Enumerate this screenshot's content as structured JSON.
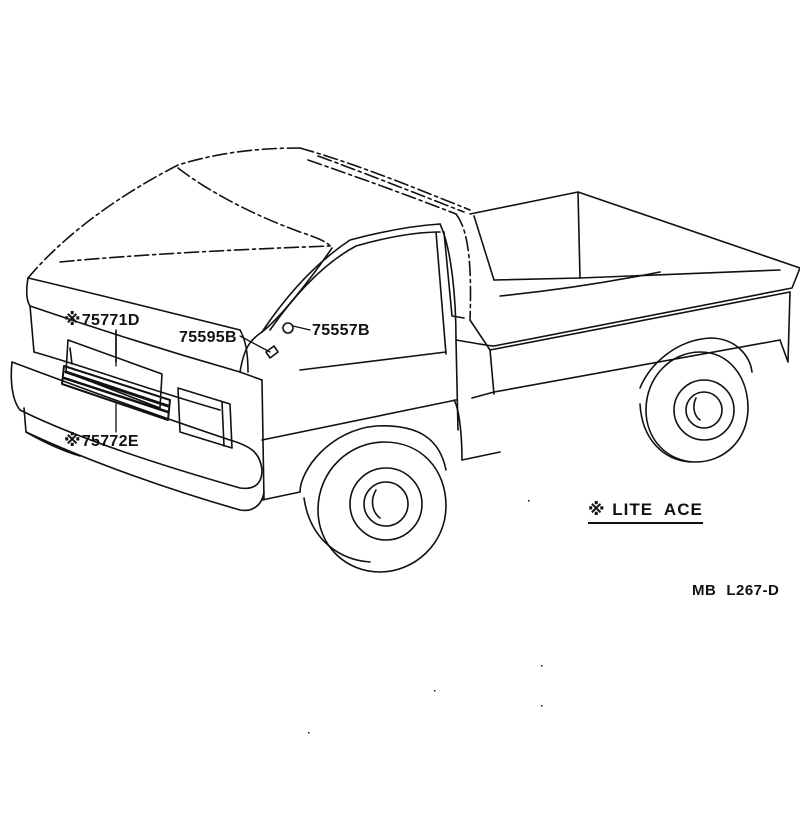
{
  "diagram": {
    "parts": [
      {
        "id": "part-75771D",
        "marker": "※",
        "number": "75771D"
      },
      {
        "id": "part-75595B",
        "marker": "",
        "number": "75595B"
      },
      {
        "id": "part-75557B",
        "marker": "",
        "number": "75557B"
      },
      {
        "id": "part-75772E",
        "marker": "※",
        "number": "75772E"
      }
    ],
    "variant_note": {
      "marker": "※",
      "text": "LITE  ACE"
    },
    "reference": {
      "prefix": "MB",
      "code": "L267-D"
    }
  }
}
